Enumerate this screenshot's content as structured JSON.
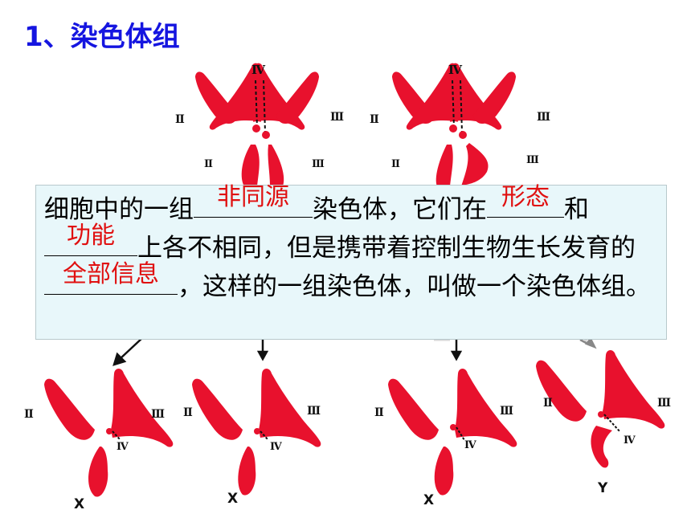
{
  "title": "1、染色体组",
  "colors": {
    "title": "#1515e0",
    "chromosome": "#e8112d",
    "answer": "#e01010",
    "box_bg": "#e8f7fa"
  },
  "labels": {
    "ii": "Ⅱ",
    "iii": "Ⅲ",
    "iv": "Ⅳ",
    "x": "X",
    "y": "Y"
  },
  "sentence": {
    "p1": "细胞中的一组",
    "a1": "非同源",
    "p2": "染色体，它们在",
    "a2": "形态",
    "p3": "和",
    "a3": "功能",
    "p4": "上各不相同，但是携带着控制生物生长发育的",
    "a4": "全部信息",
    "p5": "，这样的一组染色体，叫做一个染色体组。"
  }
}
